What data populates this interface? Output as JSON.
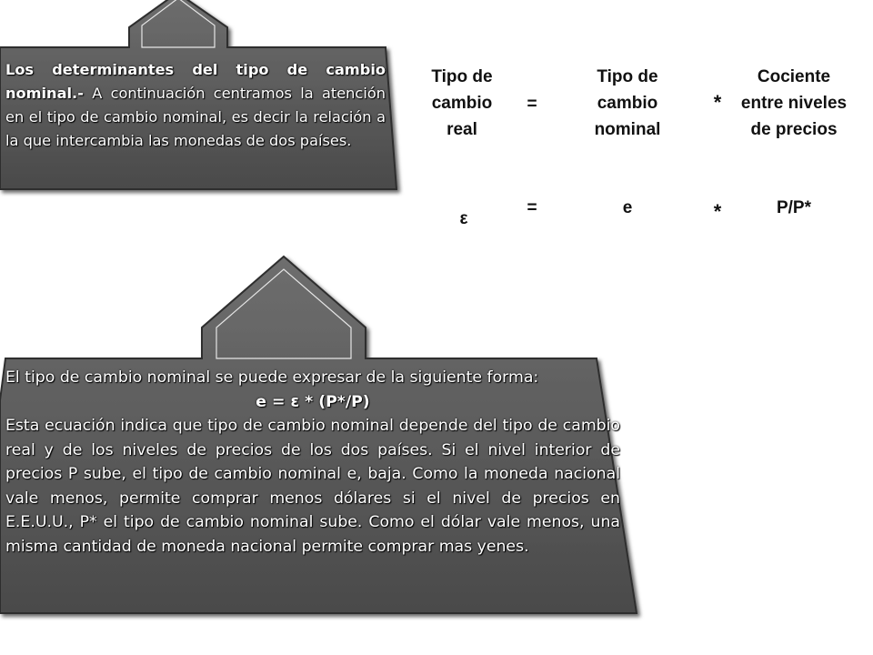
{
  "callout_top": {
    "heading": "Los determinantes del tipo de cambio nominal.-",
    "body": " A continuación centramos la atención en el tipo de cambio nominal, es decir la relación a la que intercambia las monedas de dos países."
  },
  "equation": {
    "lhs_words": "Tipo de cambio real",
    "eq_sign": "=",
    "mid_words": "Tipo de cambio nominal",
    "times_sign": "*",
    "rhs_words": "Cociente entre niveles de precios",
    "lhs_symbol": "ε",
    "eq_sign_2": "=",
    "mid_symbol": "e",
    "times_sign_2": "*",
    "rhs_symbol": "P/P*"
  },
  "callout_bottom": {
    "intro": "El tipo de cambio nominal se puede expresar de la siguiente forma:",
    "formula": "e = ε * (P*/P)",
    "body": "Esta ecuación indica que tipo de cambio nominal depende del tipo de cambio real y de los niveles de precios de los dos países. Si el nivel interior de precios P sube, el tipo de cambio nominal e, baja. Como la moneda nacional vale menos, permite comprar menos dólares si el nivel de precios en E.E.U.U., P* el tipo de cambio nominal sube. Como el dólar vale menos, una misma cantidad de moneda nacional permite comprar mas yenes."
  },
  "colors": {
    "callout_fill": "#5a5a5a",
    "callout_border": "#2e2e2e",
    "text": "#ffffff"
  }
}
